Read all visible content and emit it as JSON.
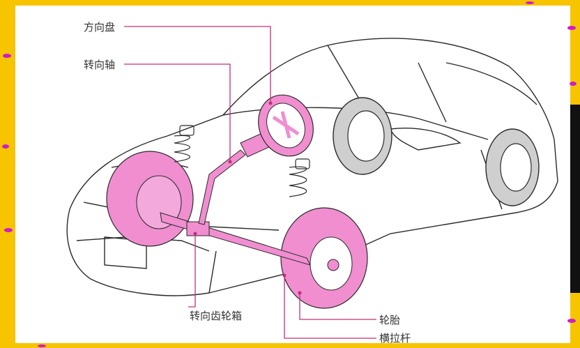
{
  "diagram": {
    "labels": {
      "steering_wheel": "方向盘",
      "steering_shaft": "转向轴",
      "steering_gearbox": "转向齿轮箱",
      "wheel_hub": "轮胎",
      "tie_rod": "横拉杆"
    },
    "colors": {
      "frame": "#f7c400",
      "highlight": "#f08ed0",
      "leader": "#c0307a",
      "outline": "#2a2a2a"
    }
  }
}
